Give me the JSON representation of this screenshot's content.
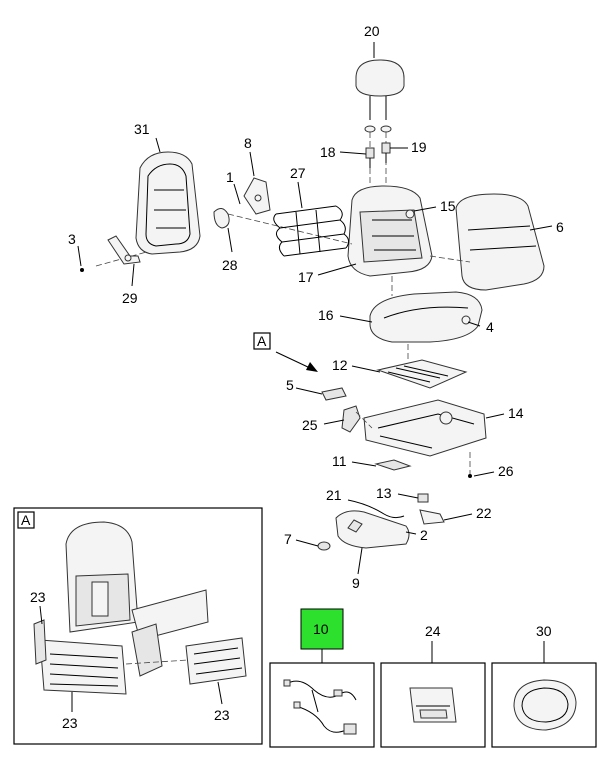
{
  "callouts": {
    "c1": "1",
    "c2": "2",
    "c3": "3",
    "c4": "4",
    "c5": "5",
    "c6": "6",
    "c7": "7",
    "c8": "8",
    "c9": "9",
    "c10": "10",
    "c11": "11",
    "c12": "12",
    "c13": "13",
    "c14": "14",
    "c15": "15",
    "c16": "16",
    "c17": "17",
    "c18": "18",
    "c19": "19",
    "c20": "20",
    "c21": "21",
    "c22": "22",
    "c23a": "23",
    "c23b": "23",
    "c23c": "23",
    "c24": "24",
    "c25": "25",
    "c26": "26",
    "c27": "27",
    "c28": "28",
    "c29": "29",
    "c30": "30",
    "c31": "31"
  },
  "view_ref": "A",
  "inset_ref": "A",
  "highlight_color": "#2ee02e"
}
